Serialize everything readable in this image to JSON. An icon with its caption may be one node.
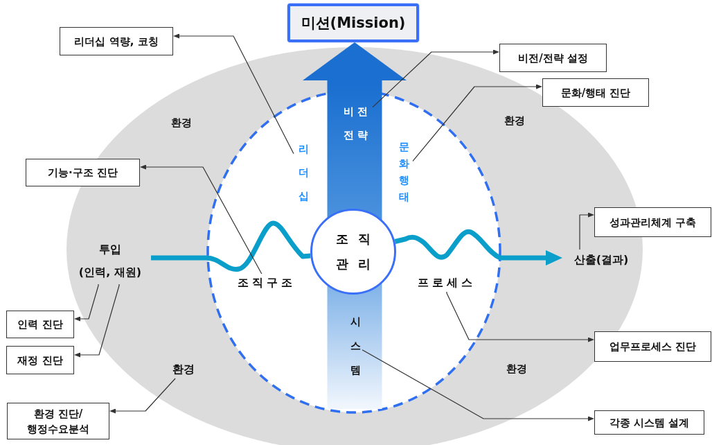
{
  "diagram": {
    "nodes": [
      {
        "text": [
          "미션(Mission)"
        ]
      },
      {
        "text": [
          "환경",
          "환경",
          "환경"
        ]
      },
      {
        "text": [
          "환경"
        ],
        "in": 1
      },
      {
        "text": [
          "비전 전략"
        ],
        "in": 1
      },
      {
        "text": [
          "리더십"
        ],
        "in": 1
      },
      {
        "text": [
          "문화행태"
        ],
        "in": 1
      },
      {
        "text": [
          "조직 관리"
        ],
        "in": 1
      },
      {
        "text": [
          "조직구조"
        ],
        "in": 1
      },
      {
        "text": [
          "프로세스"
        ],
        "in": 1
      },
      {
        "text": [
          "시스템"
        ],
        "in": 1
      },
      {
        "text": [
          "투입",
          "(인력, 재원)"
        ],
        "in": 1
      },
      {
        "text": [
          "산출(결과)"
        ],
        "in": 1
      },
      {
        "text": [
          "리더십 역량, 코칭"
        ]
      },
      {
        "text": [
          "비전/전략 설정"
        ]
      },
      {
        "text": [
          "문화/행태 진단"
        ]
      },
      {
        "text": [
          "기능·구조 진단"
        ]
      },
      {
        "text": [
          "성과관리체계 구축"
        ]
      },
      {
        "text": [
          "인력 진단"
        ]
      },
      {
        "text": [
          "재정 진단"
        ]
      },
      {
        "text": [
          "업무프로세스 진단"
        ]
      },
      {
        "text": [
          "환경 진단/ 행정수요분석"
        ]
      },
      {
        "text": [
          "각종 시스템 설계"
        ]
      }
    ],
    "edges": [
      {
        "from": null,
        "to": 0,
        "arrow": "to",
        "style": "thick",
        "color": "#1a6fd0"
      },
      {
        "from": 10,
        "to": 6,
        "arrow": "none",
        "style": "thick",
        "color": "#0a9fca"
      },
      {
        "from": 6,
        "to": 11,
        "arrow": "to",
        "style": "thick",
        "color": "#0a9fca"
      },
      {
        "from": 4,
        "to": 12,
        "arrow": "to"
      },
      {
        "from": 3,
        "to": 13,
        "arrow": "to"
      },
      {
        "from": 5,
        "to": 14,
        "arrow": "to"
      },
      {
        "from": 7,
        "to": 15,
        "arrow": "to"
      },
      {
        "from": 11,
        "to": 16,
        "arrow": "to"
      },
      {
        "from": 10,
        "to": 17,
        "arrow": "to"
      },
      {
        "from": 10,
        "to": 18,
        "arrow": "to"
      },
      {
        "from": 8,
        "to": 19,
        "arrow": "to"
      },
      {
        "from": 2,
        "to": 20,
        "arrow": "to"
      },
      {
        "from": 9,
        "to": 21,
        "arrow": "to"
      }
    ]
  }
}
